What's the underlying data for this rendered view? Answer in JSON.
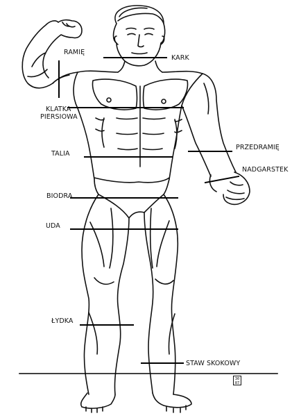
{
  "labels": {
    "ramie": "RAMIĘ",
    "kark": "KARK",
    "klatka_line1": "KLATKA",
    "klatka_line2": "PIERSIOWA",
    "przedramie": "PRZEDRAMIĘ",
    "talia": "TALIA",
    "nadgarstek": "NADGARSTEK",
    "biodra": "BIODRA",
    "uda": "UDA",
    "lydka": "ŁYDKA",
    "staw": "STAW SKOKOWY"
  },
  "corner_badge": {
    "line1": "30",
    "line2": "87"
  }
}
